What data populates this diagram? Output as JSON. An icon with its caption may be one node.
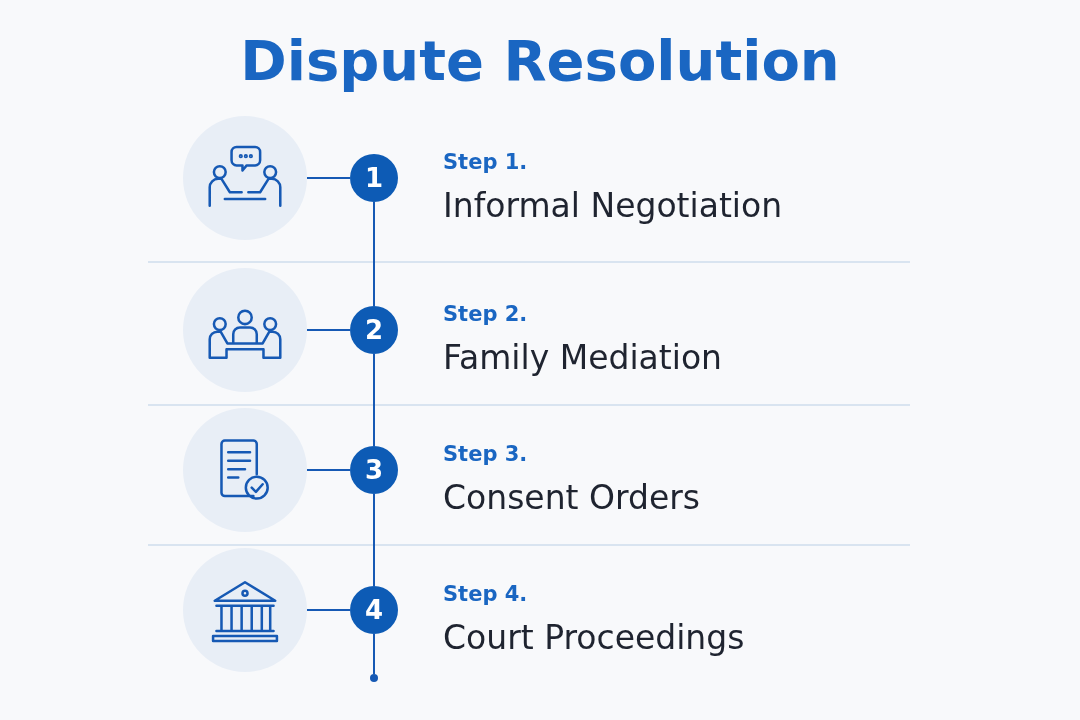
{
  "diagram": {
    "title": "Dispute Resolution",
    "nodes": [
      {
        "text": [],
        "shape": "picture"
      },
      {
        "text": [
          "1"
        ],
        "beside": [
          "Step 1.",
          "Informal Negotiation"
        ]
      },
      {
        "text": [],
        "shape": "picture"
      },
      {
        "text": [
          "2"
        ],
        "beside": [
          "Step 2.",
          "Family Mediation"
        ]
      },
      {
        "text": [],
        "shape": "picture"
      },
      {
        "text": [
          "3"
        ],
        "beside": [
          "Step 3.",
          "Consent Orders"
        ]
      },
      {
        "text": [],
        "shape": "picture"
      },
      {
        "text": [
          "4"
        ],
        "beside": [
          "Step 4.",
          "Court Proceedings"
        ]
      },
      {
        "text": [],
        "shape": "circle"
      }
    ],
    "edges": [
      {
        "from": 0,
        "to": 1,
        "arrow": "none"
      },
      {
        "from": 2,
        "to": 3,
        "arrow": "none"
      },
      {
        "from": 4,
        "to": 5,
        "arrow": "none"
      },
      {
        "from": 6,
        "to": 7,
        "arrow": "none"
      },
      {
        "from": 1,
        "to": 3,
        "arrow": "none"
      },
      {
        "from": 3,
        "to": 5,
        "arrow": "none"
      },
      {
        "from": 5,
        "to": 7,
        "arrow": "none"
      },
      {
        "from": 7,
        "to": 8,
        "arrow": "none"
      }
    ]
  }
}
